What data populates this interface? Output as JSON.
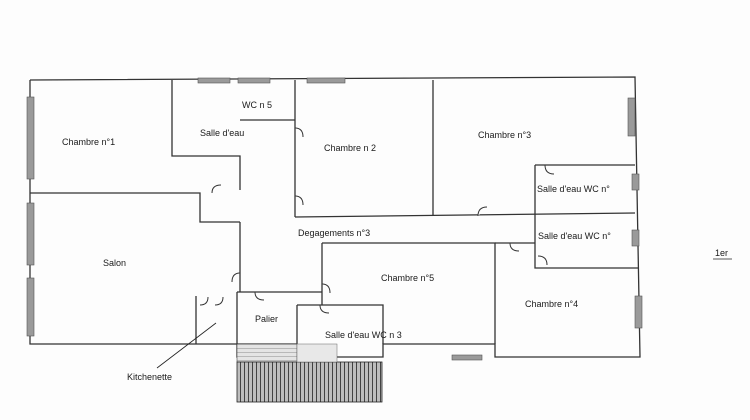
{
  "floor_label": "1er",
  "rooms": {
    "chambre_1": "Chambre n°1",
    "salle_eau": "Salle d'eau",
    "wc_5": "WC n 5",
    "chambre_2": "Chambre n 2",
    "chambre_3": "Chambre n°3",
    "salle_eau_wc_1": "Salle d'eau WC n°",
    "salle_eau_wc_2": "Salle d'eau WC n°",
    "degagements": "Degagements n°3",
    "salon": "Salon",
    "chambre_5": "Chambre n°5",
    "chambre_4": "Chambre n°4",
    "palier": "Palier",
    "salle_eau_wc_3": "Salle d'eau WC n 3",
    "kitchenette": "Kitchenette"
  }
}
